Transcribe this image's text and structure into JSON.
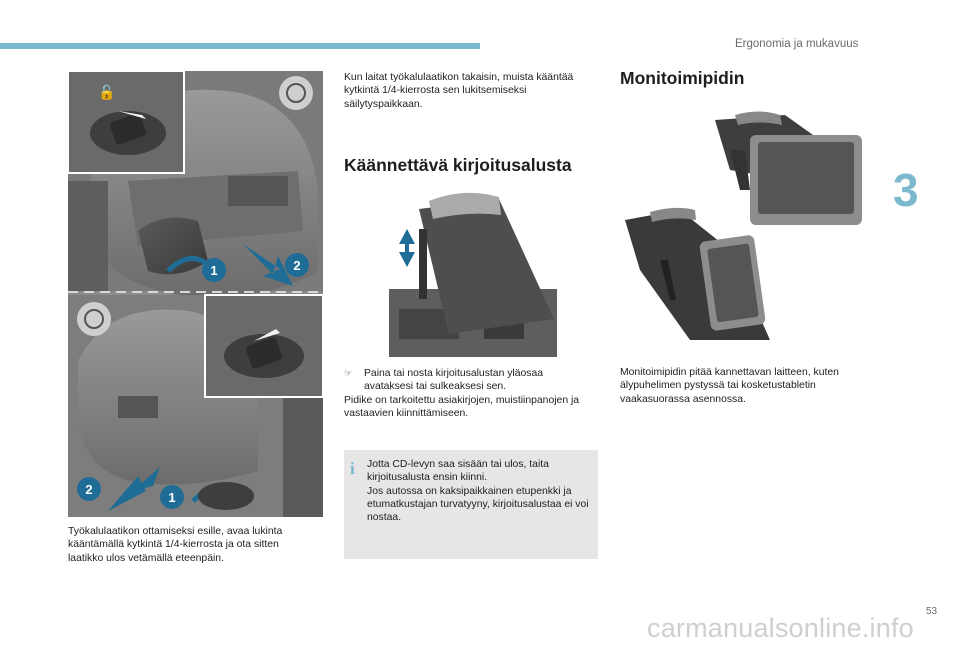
{
  "header": {
    "section_title": "Ergonomia ja mukavuus",
    "chapter_number": "3",
    "accent_color": "#7cb9cf"
  },
  "left_column": {
    "caption": "Työkalulaatikon ottamiseksi esille, avaa lukinta kääntämällä kytkintä 1/4-kierrosta ja ota sitten laatikko ulos vetämällä eteenpäin.",
    "figure_callouts": [
      "1",
      "2",
      "2",
      "1"
    ]
  },
  "middle_column": {
    "intro_text": "Kun laitat työkalulaatikon takaisin, muista kääntää kytkintä 1/4-kierrosta sen lukitsemiseksi säilytyspaikkaan.",
    "heading": "Käännettävä kirjoitusalusta",
    "bullet_mark": "☞",
    "bullet_text": "Paina tai nosta kirjoitusalustan yläosaa avataksesi tai sulkeaksesi sen.",
    "body_text": "Pidike on tarkoitettu asiakirjojen, muistiinpanojen ja vastaavien kiinnittämiseen.",
    "note_icon": "i",
    "note_text_1": "Jotta CD-levyn saa sisään tai ulos, taita kirjoitusalusta ensin kiinni.",
    "note_text_2": "Jos autossa on kaksipaikkainen etupenkki ja etumatkustajan turvatyyny, kirjoitusalustaa ei voi nostaa."
  },
  "right_column": {
    "heading": "Monitoimipidin",
    "body_text": "Monitoimipidin pitää kannettavan laitteen, kuten älypuhelimen pystyssä tai kosketustabletin vaakasuorassa asennossa."
  },
  "footer": {
    "page_number": "53",
    "watermark": "carmanualsonline.info"
  }
}
